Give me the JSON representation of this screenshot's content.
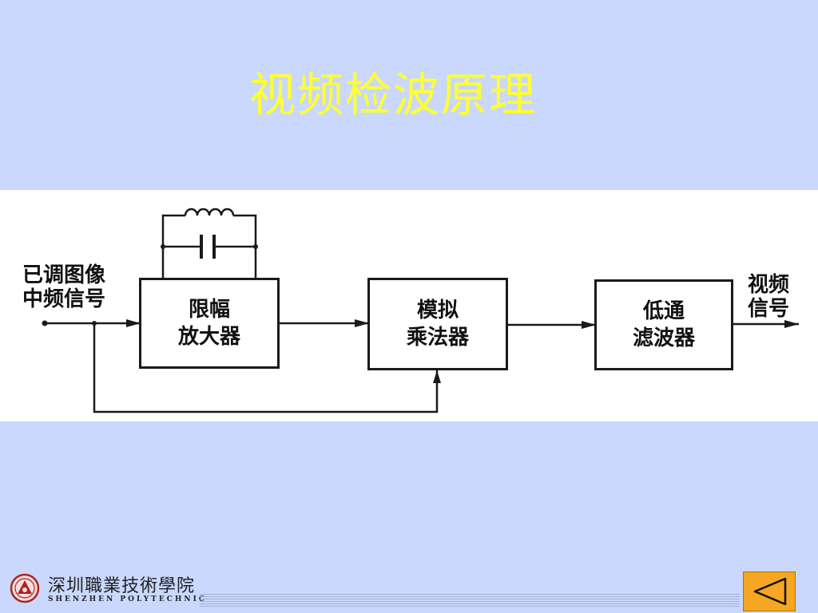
{
  "slide": {
    "title": "视频检波原理"
  },
  "diagram": {
    "input_label": [
      "已调图像",
      "中频信号"
    ],
    "output_label": [
      "视频",
      "信号"
    ],
    "blocks": [
      {
        "name": "limiter-amplifier",
        "lines": [
          "限幅",
          "放大器"
        ]
      },
      {
        "name": "analog-multiplier",
        "lines": [
          "模拟",
          "乘法器"
        ]
      },
      {
        "name": "low-pass-filter",
        "lines": [
          "低通",
          "滤波器"
        ]
      }
    ]
  },
  "footer": {
    "logo_cn": "深圳職業技術學院",
    "logo_en": "SHENZHEN POLYTECHNIC",
    "back_icon": "back-triangle-icon",
    "back_color": "#f5a623"
  }
}
